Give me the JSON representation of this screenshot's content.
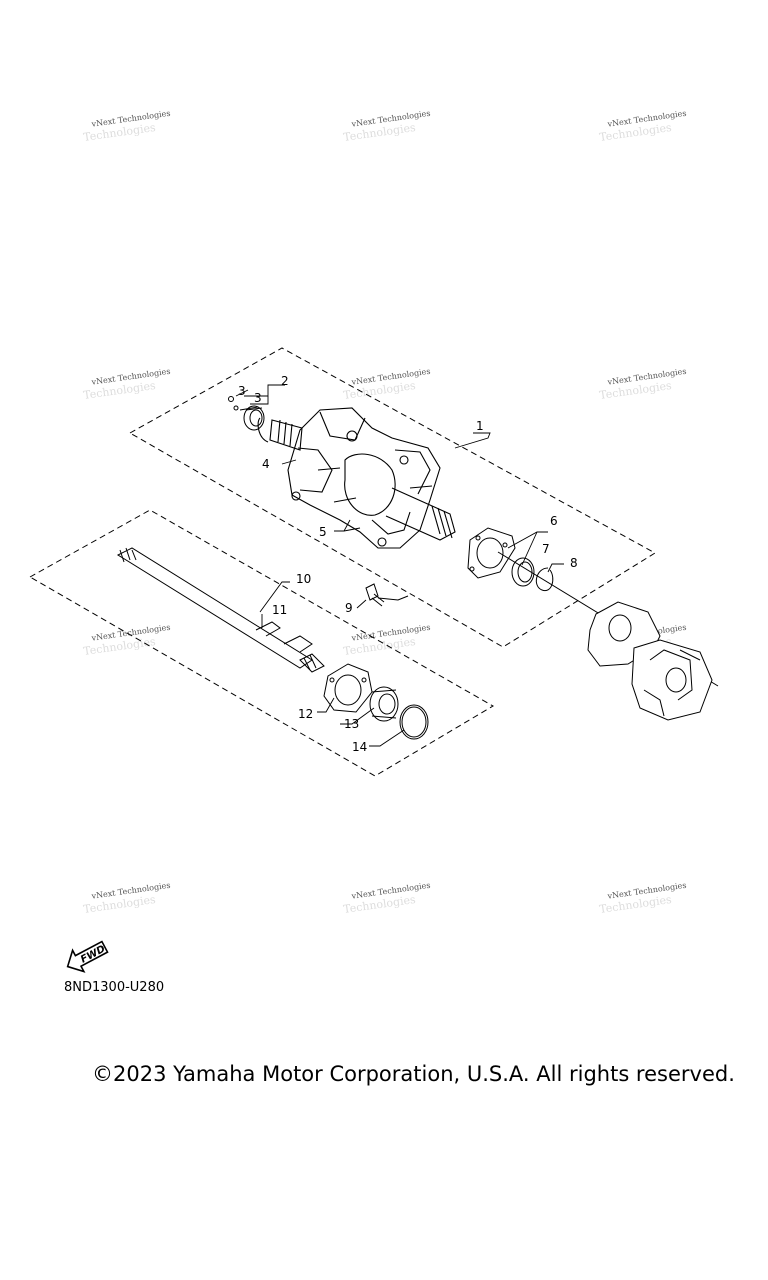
{
  "watermark": {
    "text": "vNext Technologies"
  },
  "callouts": {
    "c1": "1",
    "c2": "2",
    "c3a": "3",
    "c3b": "3",
    "c4": "4",
    "c5": "5",
    "c6": "6",
    "c7": "7",
    "c8": "8",
    "c9": "9",
    "c10": "10",
    "c11": "11",
    "c12": "12",
    "c13": "13",
    "c14": "14"
  },
  "fwd_label": "FWD",
  "diagram_code": "8ND1300-U280",
  "copyright": "©2023 Yamaha Motor Corporation, U.S.A. All rights reserved."
}
